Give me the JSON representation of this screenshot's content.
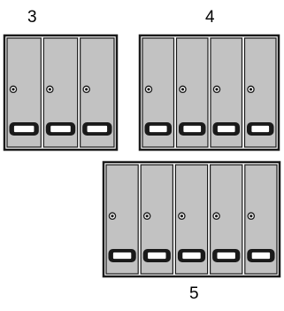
{
  "groups": [
    {
      "label": "3",
      "binder_count": 3
    },
    {
      "label": "4",
      "binder_count": 4
    },
    {
      "label": "5",
      "binder_count": 5
    }
  ],
  "colors": {
    "binder_fill": "#c2c2c2",
    "outline": "#1a1a1a",
    "background": "#ffffff",
    "label_window": "#ffffff"
  },
  "icons": [
    "ring-hole-icon",
    "label-holder-icon"
  ]
}
